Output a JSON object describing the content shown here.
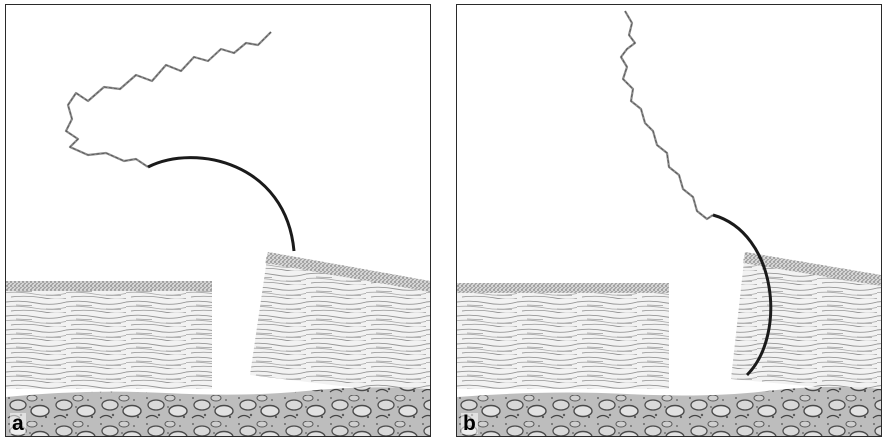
{
  "panels": [
    {
      "id": "a",
      "label": "a"
    },
    {
      "id": "b",
      "label": "b"
    }
  ],
  "colors": {
    "suture_thread": "#8a8a8a",
    "needle": "#1a1a1a",
    "tissue_fiber": "#7d7d7d",
    "tissue_surface": "#5c5c5c",
    "base_layer": "#6b6b6b",
    "frame": "#2a2a2a"
  }
}
